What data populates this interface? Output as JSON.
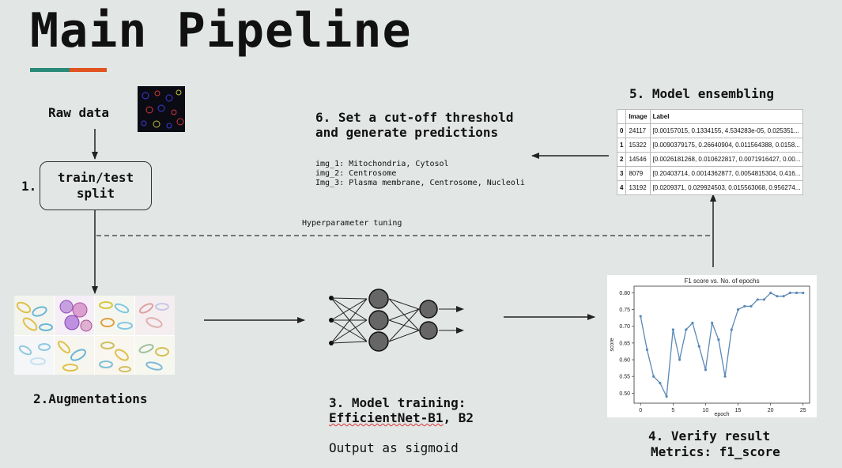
{
  "title": "Main Pipeline",
  "colors": {
    "accent_teal": "#2a8a78",
    "accent_orange": "#e0521e",
    "background": "#e2e6e4"
  },
  "raw_data_label": "Raw data",
  "step1": {
    "number": "1.",
    "line1": "train/test",
    "line2": "split"
  },
  "step2": {
    "label": "2.Augmentations"
  },
  "step3": {
    "line1": "3. Model training:",
    "line2_model": "EfficientNet-B1",
    "line2_rest": ", B2",
    "note": "Output as sigmoid"
  },
  "step4": {
    "line1": "4. Verify result",
    "line2": "Metrics: f1_score"
  },
  "step5": {
    "label": "5. Model ensembling"
  },
  "step6": {
    "line1": "6. Set a cut-off threshold",
    "line2": "and generate predictions",
    "predictions": [
      "img_1: Mitochondria, Cytosol",
      "img_2: Centrosome",
      "Img_3: Plasma membrane, Centrosome, Nucleoli"
    ]
  },
  "hyperparameter_label": "Hyperparameter tuning",
  "table": {
    "headers": [
      "",
      "Image",
      "Label"
    ],
    "rows": [
      [
        "0",
        "24117",
        "[0.00157015, 0.1334155, 4.534283e-05, 0.025351..."
      ],
      [
        "1",
        "15322",
        "[0.0090379175, 0.26640904, 0.011564388, 0.0158..."
      ],
      [
        "2",
        "14546",
        "[0.0026181268, 0.010622817, 0.0071916427, 0.00..."
      ],
      [
        "3",
        "8079",
        "[0.20403714, 0.0014362877, 0.0054815304, 0.416..."
      ],
      [
        "4",
        "13192",
        "[0.0209371, 0.029924503, 0.015563068, 0.956274..."
      ]
    ]
  },
  "chart_data": {
    "type": "line",
    "title": "F1 score vs. No. of epochs",
    "xlabel": "epoch",
    "ylabel": "score",
    "xlim": [
      -1,
      26
    ],
    "ylim": [
      0.47,
      0.82
    ],
    "xticks": [
      0,
      5,
      10,
      15,
      20,
      25
    ],
    "yticks": [
      0.5,
      0.55,
      0.6,
      0.65,
      0.7,
      0.75,
      0.8
    ],
    "ytick_labels": [
      "0.50",
      "0.55",
      "0.60",
      "0.65",
      "0.70",
      "0.75",
      "0.80"
    ],
    "x": [
      0,
      1,
      2,
      3,
      4,
      5,
      6,
      7,
      8,
      9,
      10,
      11,
      12,
      13,
      14,
      15,
      16,
      17,
      18,
      19,
      20,
      21,
      22,
      23,
      24,
      25
    ],
    "values": [
      0.73,
      0.63,
      0.55,
      0.53,
      0.49,
      0.69,
      0.6,
      0.69,
      0.71,
      0.64,
      0.57,
      0.71,
      0.66,
      0.55,
      0.69,
      0.75,
      0.76,
      0.76,
      0.78,
      0.78,
      0.8,
      0.79,
      0.79,
      0.8,
      0.8,
      0.8
    ],
    "grid": false,
    "color": "#5b89b8"
  }
}
